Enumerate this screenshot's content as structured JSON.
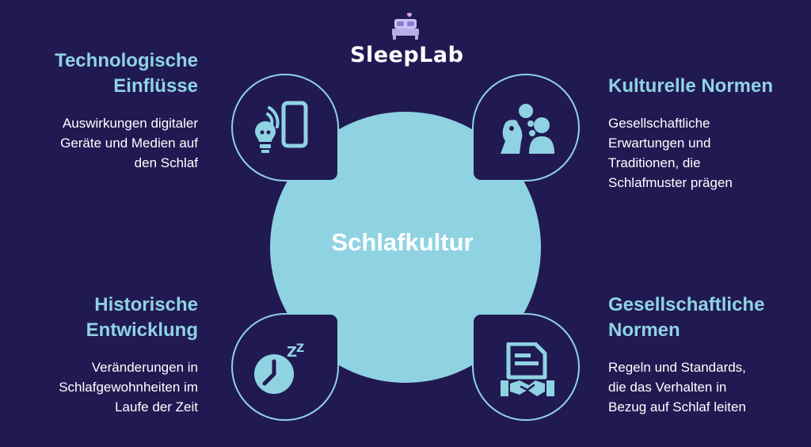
{
  "logo": {
    "text": "SleepLab",
    "icon": "bed-heart-icon"
  },
  "center": {
    "label": "Schlafkultur"
  },
  "quadrants": {
    "top_left": {
      "title_line1": "Technologische",
      "title_line2": "Einflüsse",
      "desc_lines": [
        "Auswirkungen digitaler",
        "Geräte und Medien auf",
        "den Schlaf"
      ],
      "icon": "lightbulb-phone-icon"
    },
    "top_right": {
      "title_line1": "Kulturelle Normen",
      "desc_lines": [
        "Gesellschaftliche",
        "Erwartungen und",
        "Traditionen, die",
        "Schlafmuster prägen"
      ],
      "icon": "people-icon"
    },
    "bottom_left": {
      "title_line1": "Historische",
      "title_line2": "Entwicklung",
      "desc_lines": [
        "Veränderungen in",
        "Schlafgewohnheiten im",
        "Laufe der Zeit"
      ],
      "icon": "clock-zzz-icon"
    },
    "bottom_right": {
      "title_line1": "Gesellschaftliche",
      "title_line2": "Normen",
      "desc_lines": [
        "Regeln und Standards,",
        "die das Verhalten in",
        "Bezug auf Schlaf leiten"
      ],
      "icon": "document-handshake-icon"
    }
  },
  "colors": {
    "background": "#211a52",
    "circle_fill": "#8fd3e3",
    "accent_line": "#8fd3e3",
    "title_text": "#8fd3e3",
    "body_text": "#ffffff"
  }
}
